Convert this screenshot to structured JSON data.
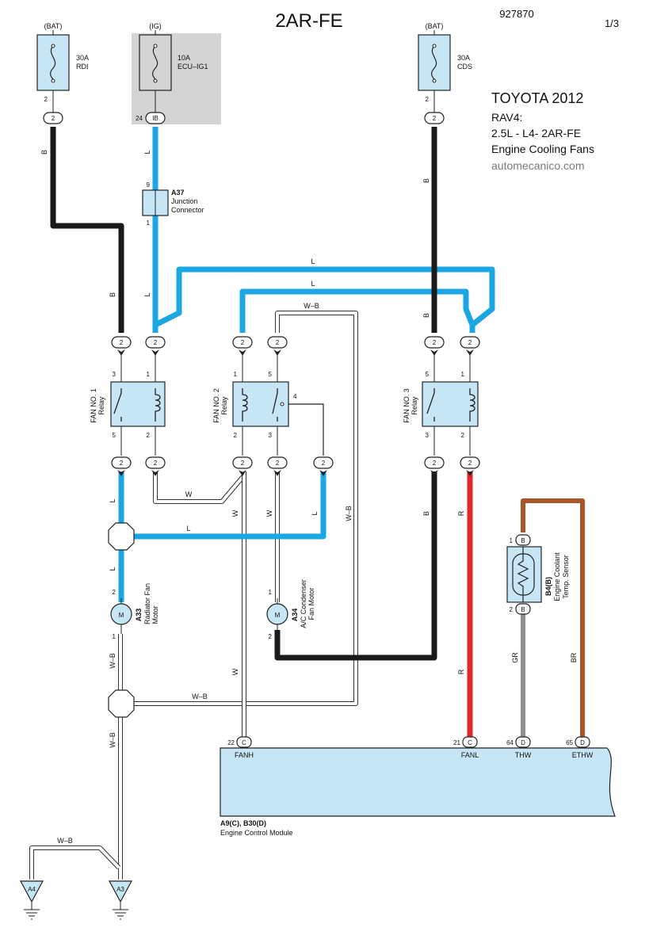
{
  "header": {
    "engine_code": "2AR-FE",
    "doc_number": "927870",
    "page": "1/3"
  },
  "info": {
    "brand_year": "TOYOTA 2012",
    "model": "RAV4:",
    "engine": "2.5L - L4- 2AR-FE",
    "system": "Engine Cooling Fans",
    "website": "automecanico.com"
  },
  "fuses": {
    "rdi": {
      "source": "(BAT)",
      "rating": "30A",
      "name": "RDI",
      "pin": "2",
      "connector": "2"
    },
    "ecu_ig1": {
      "source": "(IG)",
      "rating": "10A",
      "name": "ECU–IG1",
      "pin": "24",
      "connector": "IB"
    },
    "cds": {
      "source": "(BAT)",
      "rating": "30A",
      "name": "CDS",
      "pin": "2",
      "connector": "2"
    }
  },
  "junction": {
    "id": "A37",
    "name_line1": "Junction",
    "name_line2": "Connector",
    "pin_top": "9",
    "pin_bottom": "1"
  },
  "relays": {
    "fan1": {
      "label_line1": "FAN NO. 1",
      "label_line2": "Relay",
      "pin_tl": "3",
      "pin_tr": "1",
      "pin_bl": "5",
      "pin_br": "2",
      "conn": "2"
    },
    "fan2": {
      "label_line1": "FAN NO. 2",
      "label_line2": "Relay",
      "pin_tl": "1",
      "pin_tr": "5",
      "pin_side": "4",
      "pin_bl": "2",
      "pin_br": "3",
      "conn": "2"
    },
    "fan3": {
      "label_line1": "FAN NO. 3",
      "label_line2": "Relay",
      "pin_tl": "5",
      "pin_tr": "1",
      "pin_bl": "3",
      "pin_br": "2",
      "conn": "2"
    }
  },
  "motors": {
    "radiator": {
      "id": "A33",
      "line1": "Radiator Fan",
      "line2": "Motor",
      "symbol": "M",
      "pin_top": "2",
      "pin_bottom": "1"
    },
    "condenser": {
      "id": "A34",
      "line1": "A/C Condenser",
      "line2": "Fan Motor",
      "symbol": "M",
      "pin_top": "1",
      "pin_bottom": "2"
    }
  },
  "sensor": {
    "id": "B4(B)",
    "line1": "Engine Coolant",
    "line2": "Temp. Sensor",
    "pin_top": "1",
    "pin_bottom": "2",
    "conn": "B"
  },
  "wire_colors": {
    "b": "B",
    "l": "L",
    "w": "W",
    "wb": "W–B",
    "r": "R",
    "gr": "GR",
    "br": "BR"
  },
  "ecm": {
    "id": "A9(C), B30(D)",
    "name": "Engine Control Module",
    "terminals": [
      {
        "pin": "22",
        "conn": "C",
        "name": "FANH"
      },
      {
        "pin": "21",
        "conn": "C",
        "name": "FANL"
      },
      {
        "pin": "64",
        "conn": "D",
        "name": "THW"
      },
      {
        "pin": "65",
        "conn": "D",
        "name": "ETHW"
      }
    ]
  },
  "grounds": {
    "a4": "A4",
    "a3": "A3"
  },
  "colors": {
    "blue_wire": "#1aa7e3",
    "black_wire": "#1a1a1a",
    "red_wire": "#e0272d",
    "gray_wire": "#8e8e8e",
    "brown_wire": "#a9562a",
    "component_fill": "#c6e6f5",
    "ig_shade": "#d4d4d4"
  }
}
